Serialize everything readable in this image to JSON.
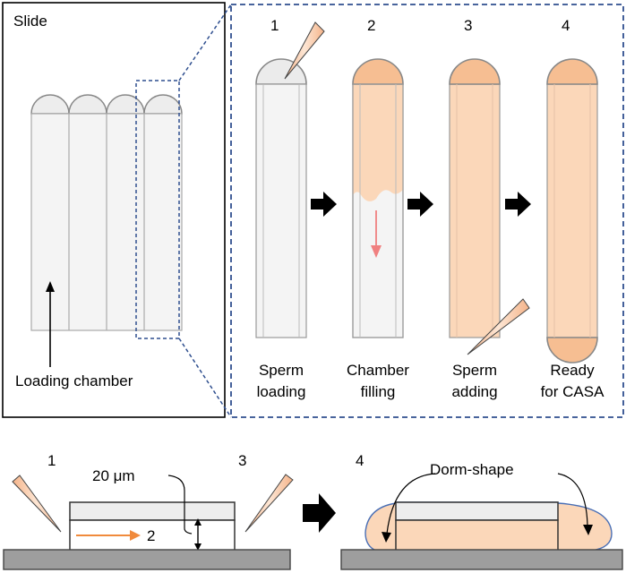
{
  "slide_panel": {
    "title": "Slide",
    "loading_chamber_label": "Loading chamber"
  },
  "steps": [
    {
      "number": "1",
      "caption_line1": "Sperm",
      "caption_line2": "loading"
    },
    {
      "number": "2",
      "caption_line1": "Chamber",
      "caption_line2": "filling"
    },
    {
      "number": "3",
      "caption_line1": "Sperm",
      "caption_line2": "adding"
    },
    {
      "number": "4",
      "caption_line1": "Ready",
      "caption_line2": "for CASA"
    }
  ],
  "cross_section": {
    "left": {
      "label_1": "1",
      "label_2": "2",
      "label_3": "3",
      "height_label": "20 μm"
    },
    "right": {
      "label_4": "4",
      "dome_label": "Dorm-shape"
    }
  },
  "colors": {
    "sample_fill": "#fbd7b9",
    "sample_dark": "#f6be92",
    "chamber_fill": "#f4f4f4",
    "arrow_red": "#f08080",
    "arrow_orange": "#f08a3c",
    "dashed_blue": "#2f4f8f",
    "base_gray": "#9e9e9e"
  }
}
